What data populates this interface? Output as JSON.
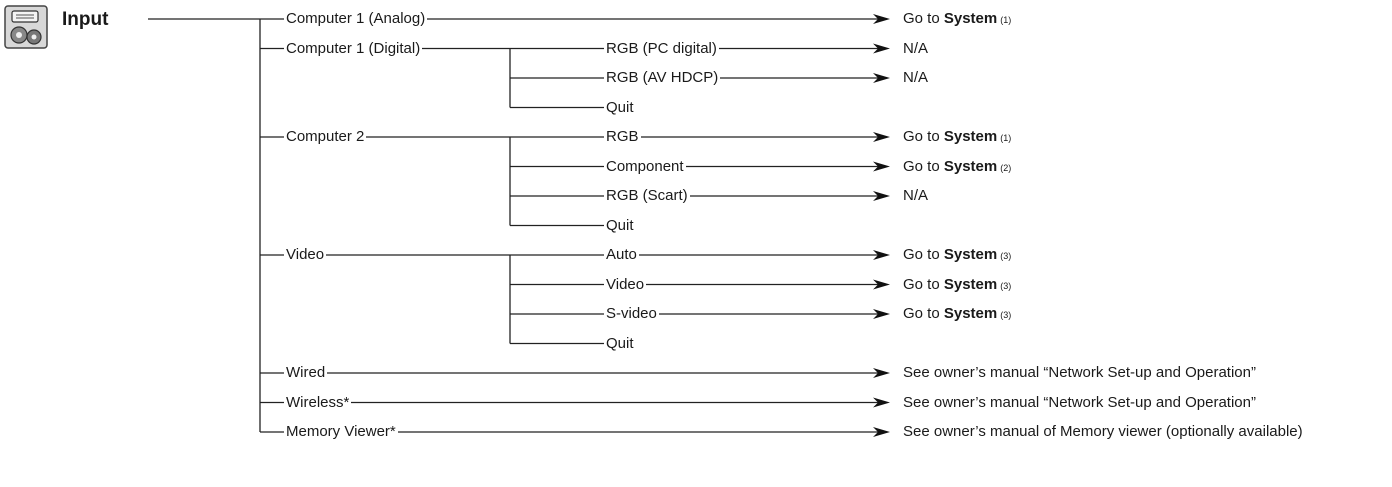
{
  "menu": {
    "title": "Input",
    "icon": "input-connector-icon"
  },
  "items": [
    {
      "label": "Computer 1 (Analog)",
      "result": {
        "prefix": "Go to ",
        "bold": "System",
        "num": "(1)"
      }
    },
    {
      "label": "Computer 1 (Digital)",
      "sub": [
        {
          "label": "RGB (PC digital)",
          "result": {
            "text": "N/A"
          }
        },
        {
          "label": "RGB (AV HDCP)",
          "result": {
            "text": "N/A"
          }
        },
        {
          "label": "Quit"
        }
      ]
    },
    {
      "label": "Computer 2",
      "sub": [
        {
          "label": "RGB",
          "result": {
            "prefix": "Go to ",
            "bold": "System",
            "num": "(1)"
          }
        },
        {
          "label": "Component",
          "result": {
            "prefix": "Go to ",
            "bold": "System",
            "num": "(2)"
          }
        },
        {
          "label": "RGB (Scart)",
          "result": {
            "text": "N/A"
          }
        },
        {
          "label": "Quit"
        }
      ]
    },
    {
      "label": "Video",
      "sub": [
        {
          "label": "Auto",
          "result": {
            "prefix": "Go to ",
            "bold": "System",
            "num": "(3)"
          }
        },
        {
          "label": "Video",
          "result": {
            "prefix": "Go to ",
            "bold": "System",
            "num": "(3)"
          }
        },
        {
          "label": "S-video",
          "result": {
            "prefix": "Go to ",
            "bold": "System",
            "num": "(3)"
          }
        },
        {
          "label": "Quit"
        }
      ]
    },
    {
      "label": "Wired",
      "result": {
        "text": "See owner’s manual “Network Set-up and Operation”"
      }
    },
    {
      "label": "Wireless*",
      "result": {
        "text": "See owner’s manual “Network Set-up and Operation”"
      }
    },
    {
      "label": "Memory Viewer*",
      "result": {
        "text": "See owner’s manual of Memory viewer (optionally available)"
      }
    }
  ]
}
